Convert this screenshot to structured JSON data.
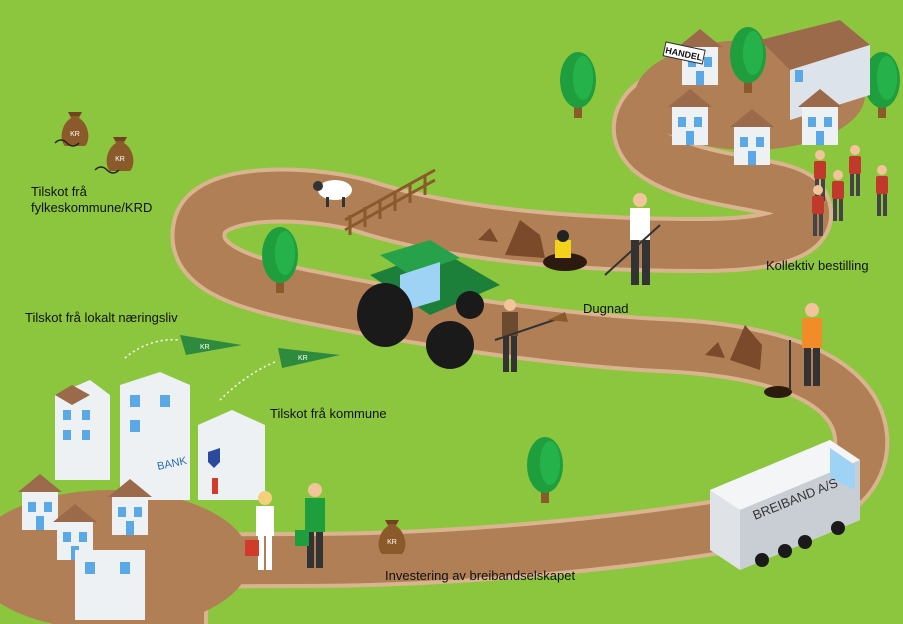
{
  "labels": {
    "grant_county_line1": "Tilskot frå",
    "grant_county_line2": "fylkeskommune/KRD",
    "grant_business": "Tilskot frå lokalt næringsliv",
    "grant_municipality": "Tilskot frå kommune",
    "volunteer": "Dugnad",
    "collective_order": "Kollektiv bestilling",
    "investment": "Investering av breibandselskapet"
  },
  "signs": {
    "shop": "HANDEL",
    "bank": "BANK",
    "truck": "BREIBAND A/S",
    "money_bag": "KR",
    "pennant": "KR"
  },
  "colors": {
    "grass": "#8cc63f",
    "road": "#b07f55",
    "road_edge": "#d9b58f",
    "tree": "#1f9e3e",
    "trunk": "#8a5a2b",
    "roof": "#9b6a4a",
    "wall": "#eef1f4",
    "window": "#5aa9e6",
    "tractor": "#1c7f3a",
    "pennant": "#2e8b3d",
    "bag": "#8a5a2b"
  },
  "icons": [
    "money-bag-icon",
    "pennant-icon",
    "sheep-icon",
    "tree-icon",
    "tractor-icon",
    "truck-icon",
    "house-icon",
    "shovel-icon"
  ]
}
